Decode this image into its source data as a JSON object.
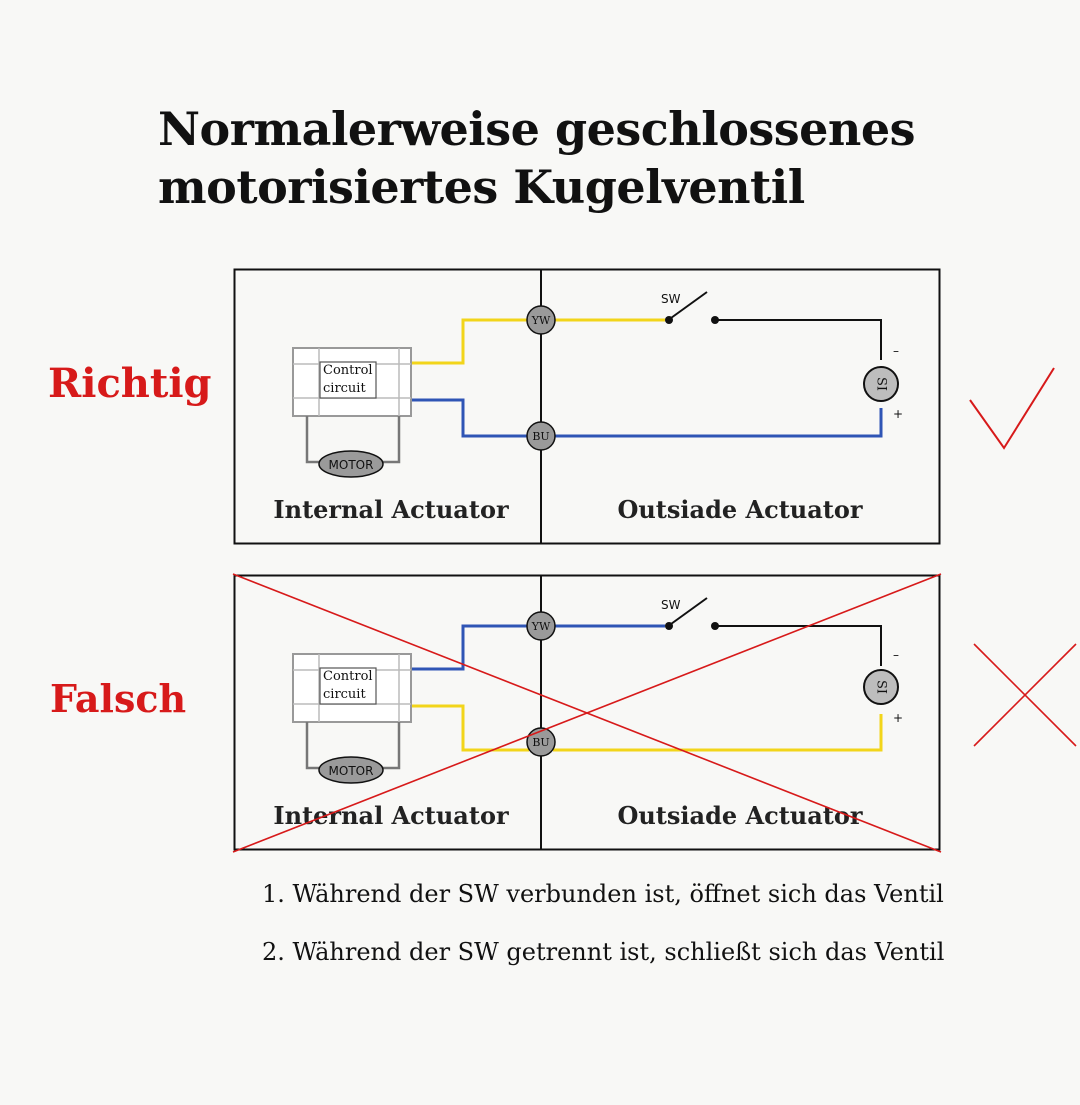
{
  "title": {
    "line1": "Normalerweise geschlossenes",
    "line2": "motorisiertes Kugelventil"
  },
  "labels": {
    "correct": "Richtig",
    "wrong": "Falsch"
  },
  "diagrams": {
    "control_text": "Control",
    "circuit_text": "circuit",
    "motor_text": "MOTOR",
    "terminal_yw": "YW",
    "terminal_bu": "BU",
    "switch_text": "SW",
    "source_text": "SI",
    "minus": "–",
    "plus": "+",
    "internal": "Internal Actuator",
    "outside": "Outsiade Actuator"
  },
  "notes": [
    "1. Während der SW verbunden ist, öffnet sich das Ventil",
    "2. Während der SW getrennt ist, schließt sich das Ventil"
  ],
  "colors": {
    "red": "#d71a1a",
    "yellow_wire": "#f2d51a",
    "blue_wire": "#2f55b5",
    "frame": "#111111",
    "terminal_fill": "#9a9a9a"
  },
  "icons": {
    "correct_mark": "check-mark-icon",
    "wrong_mark": "x-mark-icon"
  }
}
